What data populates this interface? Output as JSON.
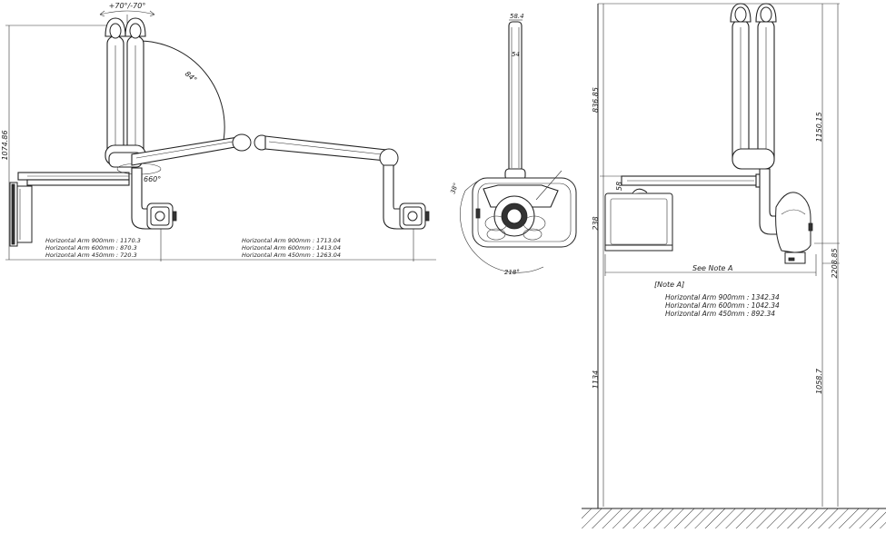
{
  "view_front": {
    "rotation_label": "+70°/-70°",
    "angle_label": "84°",
    "height_label": "1074.86",
    "swivel_label": "660°",
    "reach_left": [
      "Horizontal Arm 900mm : 1170.3",
      "Horizontal Arm 600mm : 870.3",
      "Horizontal Arm 450mm : 720.3"
    ],
    "reach_right": [
      "Horizontal Arm 900mm : 1713.04",
      "Horizontal Arm 600mm : 1413.04",
      "Horizontal Arm 450mm : 1263.04"
    ]
  },
  "view_top": {
    "width_top": "58.4",
    "inner_width": "54",
    "tilt_label": "38°",
    "sweep_label": "218°"
  },
  "view_side": {
    "dim_upper": "836.85",
    "dim_box_top": "58",
    "dim_box_height": "238",
    "dim_arm": "1150.15",
    "dim_total": "2208.85",
    "dim_floor_left": "1134",
    "dim_floor_right": "1058.7",
    "see_note": "See Note A",
    "note_title": "[Note A]",
    "note_lines": [
      "Horizontal Arm 900mm : 1342.34",
      "Horizontal Arm 600mm : 1042.34",
      "Horizontal Arm 450mm : 892.34"
    ]
  }
}
